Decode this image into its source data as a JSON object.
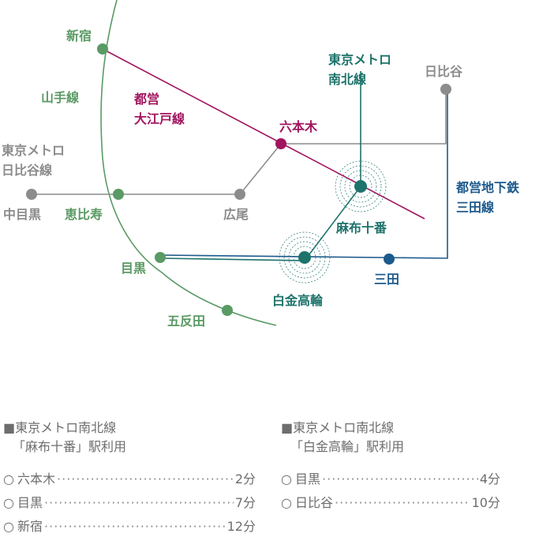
{
  "colors": {
    "yamanote": "#5a9a64",
    "oedo": "#a1145e",
    "namboku": "#1e736b",
    "mita": "#1d5a8c",
    "hibiya": "#8c8c8c"
  },
  "lines": {
    "yamanote": "山手線",
    "oedo": [
      "都営",
      "大江戸線"
    ],
    "namboku": [
      "東京メトロ",
      "南北線"
    ],
    "hibiya": [
      "東京メトロ",
      "日比谷線"
    ],
    "mita": [
      "都営地下鉄",
      "三田線"
    ]
  },
  "stations": {
    "shinjuku": "新宿",
    "ebisu": "恵比寿",
    "meguro": "目黒",
    "gotanda": "五反田",
    "nakameguro": "中目黒",
    "hiroo": "広尾",
    "roppongi": "六本木",
    "azabujuban": "麻布十番",
    "shirokanetakanawa": "白金高輪",
    "mita": "三田",
    "hibiya": "日比谷"
  },
  "legend": {
    "left": {
      "line": "東京メトロ南北線",
      "station": "「麻布十番」駅利用",
      "marker": "■",
      "rows": [
        {
          "mark": "○",
          "dest": "六本木",
          "time": "2分"
        },
        {
          "mark": "○",
          "dest": "目黒",
          "time": "7分"
        },
        {
          "mark": "○",
          "dest": "新宿",
          "time": "12分"
        }
      ]
    },
    "right": {
      "line": "東京メトロ南北線",
      "station": "「白金高輪」駅利用",
      "marker": "■",
      "rows": [
        {
          "mark": "○",
          "dest": "目黒",
          "time": "4分"
        },
        {
          "mark": "○",
          "dest": "日比谷",
          "time": "10分"
        }
      ]
    }
  }
}
